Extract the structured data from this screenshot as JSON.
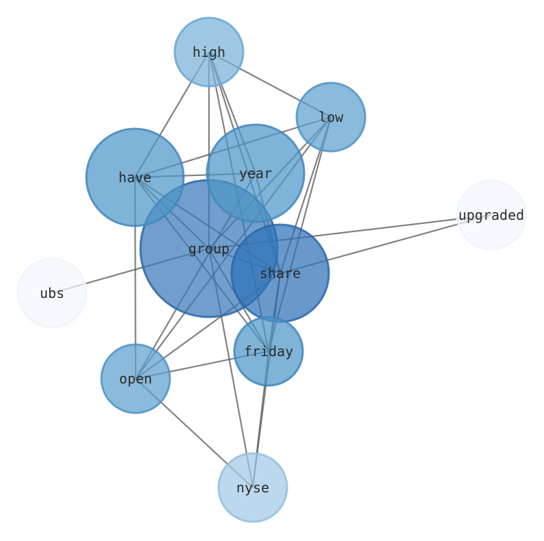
{
  "graph": {
    "nodes": [
      {
        "id": "group",
        "label": "group",
        "size": 1.0,
        "fill": "#3a78b8",
        "stroke": "#2d66a4"
      },
      {
        "id": "share",
        "label": "share",
        "size": 0.71,
        "fill": "#2f72b7",
        "stroke": "#2a67a8"
      },
      {
        "id": "have",
        "label": "have",
        "size": 0.71,
        "fill": "#4d95c8",
        "stroke": "#4186bd"
      },
      {
        "id": "year",
        "label": "year",
        "size": 0.71,
        "fill": "#4d95c8",
        "stroke": "#4186bd"
      },
      {
        "id": "friday",
        "label": "friday",
        "size": 0.5,
        "fill": "#4d95c8",
        "stroke": "#4186bd"
      },
      {
        "id": "low",
        "label": "low",
        "size": 0.5,
        "fill": "#5ea1cf",
        "stroke": "#4f93c4"
      },
      {
        "id": "open",
        "label": "open",
        "size": 0.5,
        "fill": "#5ea1cf",
        "stroke": "#4f93c4"
      },
      {
        "id": "high",
        "label": "high",
        "size": 0.5,
        "fill": "#79b2d9",
        "stroke": "#6aa6d2"
      },
      {
        "id": "nyse",
        "label": "nyse",
        "size": 0.5,
        "fill": "#a2c9e4",
        "stroke": "#93bfdf"
      },
      {
        "id": "upgraded",
        "label": "upgraded",
        "size": 0.5,
        "fill": "#f3f8fd",
        "stroke": "#eef5fc"
      },
      {
        "id": "ubs",
        "label": "ubs",
        "size": 0.5,
        "fill": "#f3f8fd",
        "stroke": "#eef5fc"
      }
    ],
    "edges": [
      [
        "high",
        "low"
      ],
      [
        "high",
        "have"
      ],
      [
        "high",
        "group"
      ],
      [
        "high",
        "share"
      ],
      [
        "high",
        "friday"
      ],
      [
        "high",
        "year"
      ],
      [
        "low",
        "have"
      ],
      [
        "low",
        "group"
      ],
      [
        "low",
        "share"
      ],
      [
        "low",
        "friday"
      ],
      [
        "low",
        "open"
      ],
      [
        "have",
        "year"
      ],
      [
        "have",
        "group"
      ],
      [
        "have",
        "share"
      ],
      [
        "have",
        "friday"
      ],
      [
        "have",
        "open"
      ],
      [
        "year",
        "open"
      ],
      [
        "year",
        "share"
      ],
      [
        "group",
        "share"
      ],
      [
        "group",
        "friday"
      ],
      [
        "group",
        "nyse"
      ],
      [
        "group",
        "upgraded"
      ],
      [
        "group",
        "ubs"
      ],
      [
        "share",
        "upgraded"
      ],
      [
        "share",
        "open"
      ],
      [
        "share",
        "nyse"
      ],
      [
        "share",
        "friday"
      ],
      [
        "friday",
        "open"
      ],
      [
        "friday",
        "nyse"
      ],
      [
        "open",
        "nyse"
      ]
    ]
  }
}
